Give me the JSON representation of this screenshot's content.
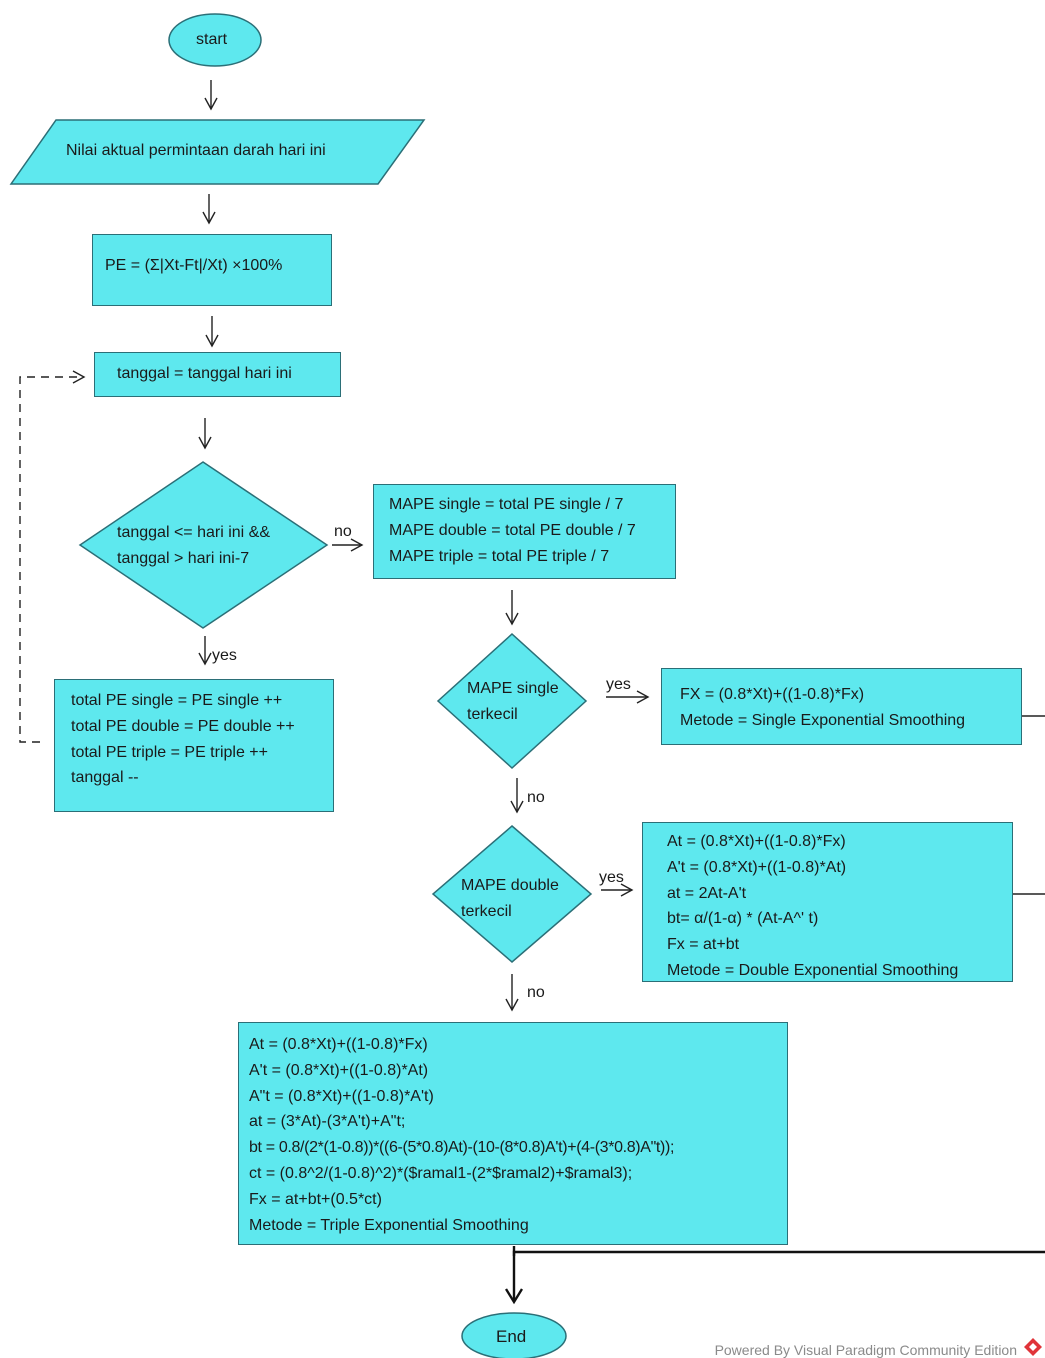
{
  "nodes": {
    "start": "start",
    "input": "Nilai aktual permintaan darah hari ini",
    "pe_formula": "PE = (Σ|Xt-Ft|/Xt) ×100%",
    "set_date": "tanggal = tanggal hari ini",
    "date_check": [
      "tanggal <= hari ini &&",
      "tanggal > hari ini-7"
    ],
    "accumulate": [
      "total PE single = PE single ++",
      "total PE double = PE double ++",
      "total PE triple = PE triple ++",
      "tanggal --"
    ],
    "mape_calc": [
      "MAPE single = total PE single / 7",
      "MAPE double = total PE double / 7",
      "MAPE triple = total PE triple / 7"
    ],
    "single_check": [
      "MAPE single",
      "terkecil"
    ],
    "single_method": [
      "FX = (0.8*Xt)+((1-0.8)*Fx)",
      "Metode = Single Exponential Smoothing"
    ],
    "double_check": [
      "MAPE double",
      "terkecil"
    ],
    "double_method": [
      "At = (0.8*Xt)+((1-0.8)*Fx)",
      "A't = (0.8*Xt)+((1-0.8)*At)",
      "at = 2At-A't",
      "bt=  α/(1-α) * (At-A^' t)",
      "Fx = at+bt",
      "Metode = Double Exponential Smoothing"
    ],
    "triple_method": [
      "At = (0.8*Xt)+((1-0.8)*Fx)",
      "A't = (0.8*Xt)+((1-0.8)*At)",
      "A\"t = (0.8*Xt)+((1-0.8)*A't)",
      "at = (3*At)-(3*A't)+A\"t;",
      "bt = 0.8/(2*(1-0.8))*((6-(5*0.8)At)-(10-(8*0.8)A't)+(4-(3*0.8)A\"t));",
      "ct = (0.8^2/(1-0.8)^2)*($ramal1-(2*$ramal2)+$ramal3);",
      "Fx = at+bt+(0.5*ct)",
      "Metode = Triple Exponential Smoothing"
    ],
    "end": "End"
  },
  "edge_labels": {
    "date_no": "no",
    "date_yes": "yes",
    "single_yes": "yes",
    "single_no": "no",
    "double_yes": "yes",
    "double_no": "no"
  },
  "footer": "Powered By  Visual Paradigm Community Edition",
  "colors": {
    "fill": "#5ee8ee",
    "stroke": "#2b6f77",
    "line": "#222222",
    "logo": "#e0343a"
  }
}
